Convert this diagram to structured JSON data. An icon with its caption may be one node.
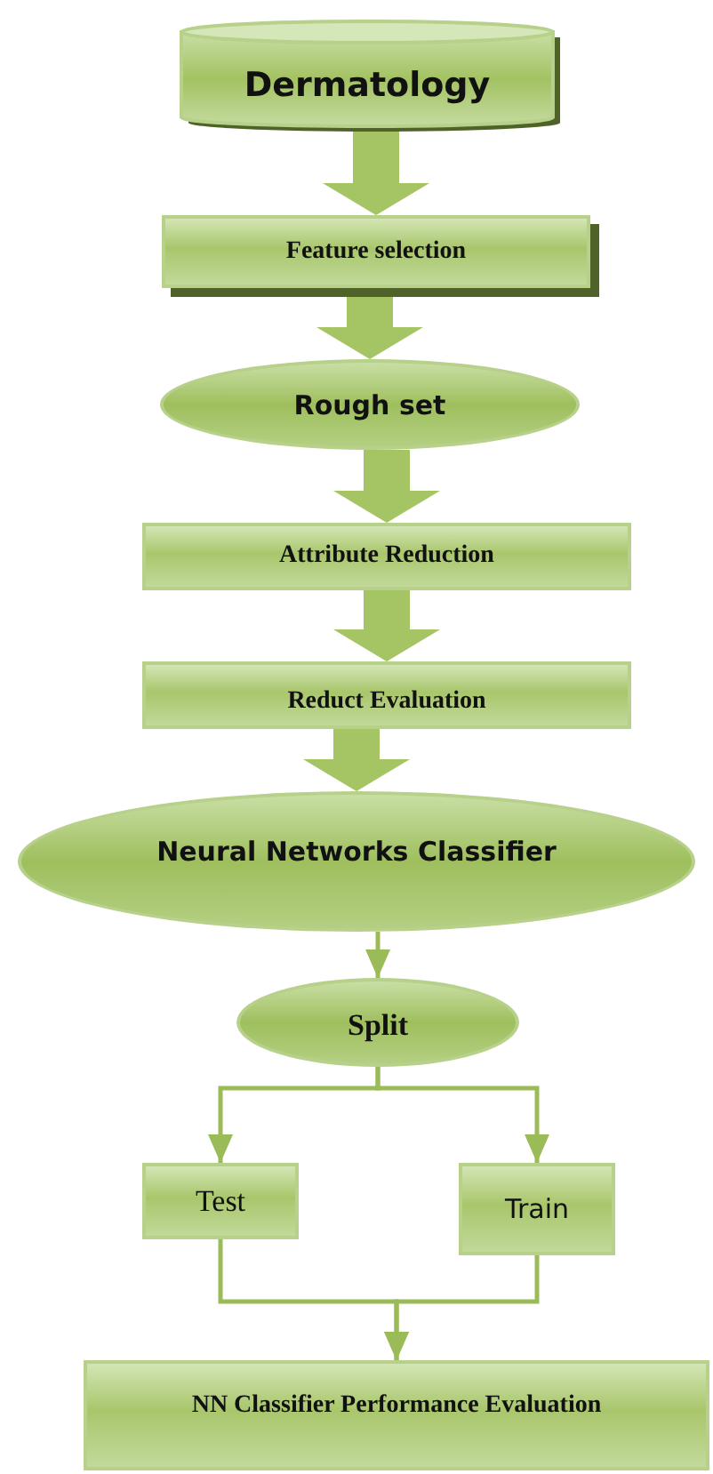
{
  "diagram": {
    "nodes": [
      {
        "text": [
          "Dermatology"
        ]
      },
      {
        "text": [
          "Feature selection"
        ]
      },
      {
        "text": [
          "Rough set"
        ]
      },
      {
        "text": [
          "Attribute Reduction"
        ]
      },
      {
        "text": [
          "Reduct Evaluation"
        ]
      },
      {
        "text": [
          "Neural Networks Classifier"
        ]
      },
      {
        "text": [
          "Split"
        ]
      },
      {
        "text": [
          "Test"
        ]
      },
      {
        "text": [
          "Train"
        ]
      },
      {
        "text": [
          "NN Classifier Performance Evaluation"
        ]
      }
    ],
    "edges": [
      {
        "from": 0,
        "to": 1,
        "arrow": "to",
        "style": "thick"
      },
      {
        "from": 1,
        "to": 2,
        "arrow": "to",
        "style": "thick"
      },
      {
        "from": 2,
        "to": 3,
        "arrow": "to",
        "style": "thick"
      },
      {
        "from": 3,
        "to": 4,
        "arrow": "to",
        "style": "thick"
      },
      {
        "from": 4,
        "to": 5,
        "arrow": "to",
        "style": "thick"
      },
      {
        "from": 5,
        "to": 6,
        "arrow": "to"
      },
      {
        "from": 6,
        "to": 7,
        "arrow": "to"
      },
      {
        "from": 6,
        "to": 8,
        "arrow": "to"
      },
      {
        "from": 7,
        "to": 9,
        "arrow": "to"
      },
      {
        "from": 8,
        "to": 9,
        "arrow": "to"
      }
    ]
  }
}
